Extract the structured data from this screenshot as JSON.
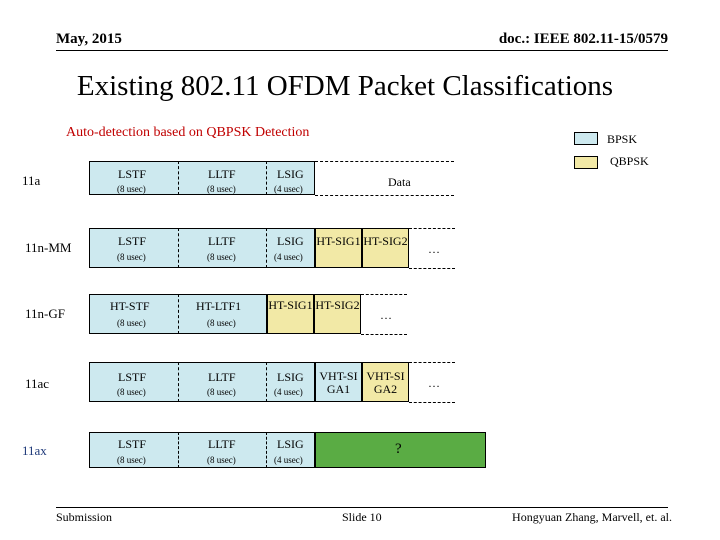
{
  "header": {
    "date": "May, 2015",
    "doc": "doc.: IEEE 802.11-15/0579"
  },
  "title": "Existing 802.11 OFDM Packet Classifications",
  "subtitle": "Auto-detection based on QBPSK Detection",
  "legend": {
    "bpsk": "BPSK",
    "qbpsk": "QBPSK",
    "bpsk_color": "#cde9ef",
    "qbpsk_color": "#f2e9a6",
    "green_color": "#5aac44"
  },
  "rows": {
    "r11a": {
      "name": "11a",
      "f1": "LSTF",
      "f1_dur": "(8 usec)",
      "f2": "LLTF",
      "f2_dur": "(8 usec)",
      "f3": "LSIG",
      "f3_dur": "(4 usec)",
      "f4": "Data"
    },
    "r11n_mm": {
      "name": "11n-MM",
      "f1": "LSTF",
      "f1_dur": "(8 usec)",
      "f2": "LLTF",
      "f2_dur": "(8 usec)",
      "f3": "LSIG",
      "f3_dur": "(4 usec)",
      "f4": "HT-SIG1",
      "f5": "HT-SIG2",
      "more": "…"
    },
    "r11n_gf": {
      "name": "11n-GF",
      "f1": "HT-STF",
      "f1_dur": "(8 usec)",
      "f2": "HT-LTF1",
      "f2_dur": "(8 usec)",
      "f3": "HT-SIG1",
      "f4": "HT-SIG2",
      "more": "…"
    },
    "r11ac": {
      "name": "11ac",
      "f1": "LSTF",
      "f1_dur": "(8 usec)",
      "f2": "LLTF",
      "f2_dur": "(8 usec)",
      "f3": "LSIG",
      "f3_dur": "(4 usec)",
      "f4": "VHT-SIGA1",
      "f5": "VHT-SIGA2",
      "more": "…"
    },
    "r11ax": {
      "name": "11ax",
      "f1": "LSTF",
      "f1_dur": "(8 usec)",
      "f2": "LLTF",
      "f2_dur": "(8 usec)",
      "f3": "LSIG",
      "f3_dur": "(4 usec)",
      "f4": "?",
      "name_color": "#1f3a7a"
    }
  },
  "footer": {
    "left": "Submission",
    "center": "Slide 10",
    "right": "Hongyuan Zhang,  Marvell, et. al."
  }
}
